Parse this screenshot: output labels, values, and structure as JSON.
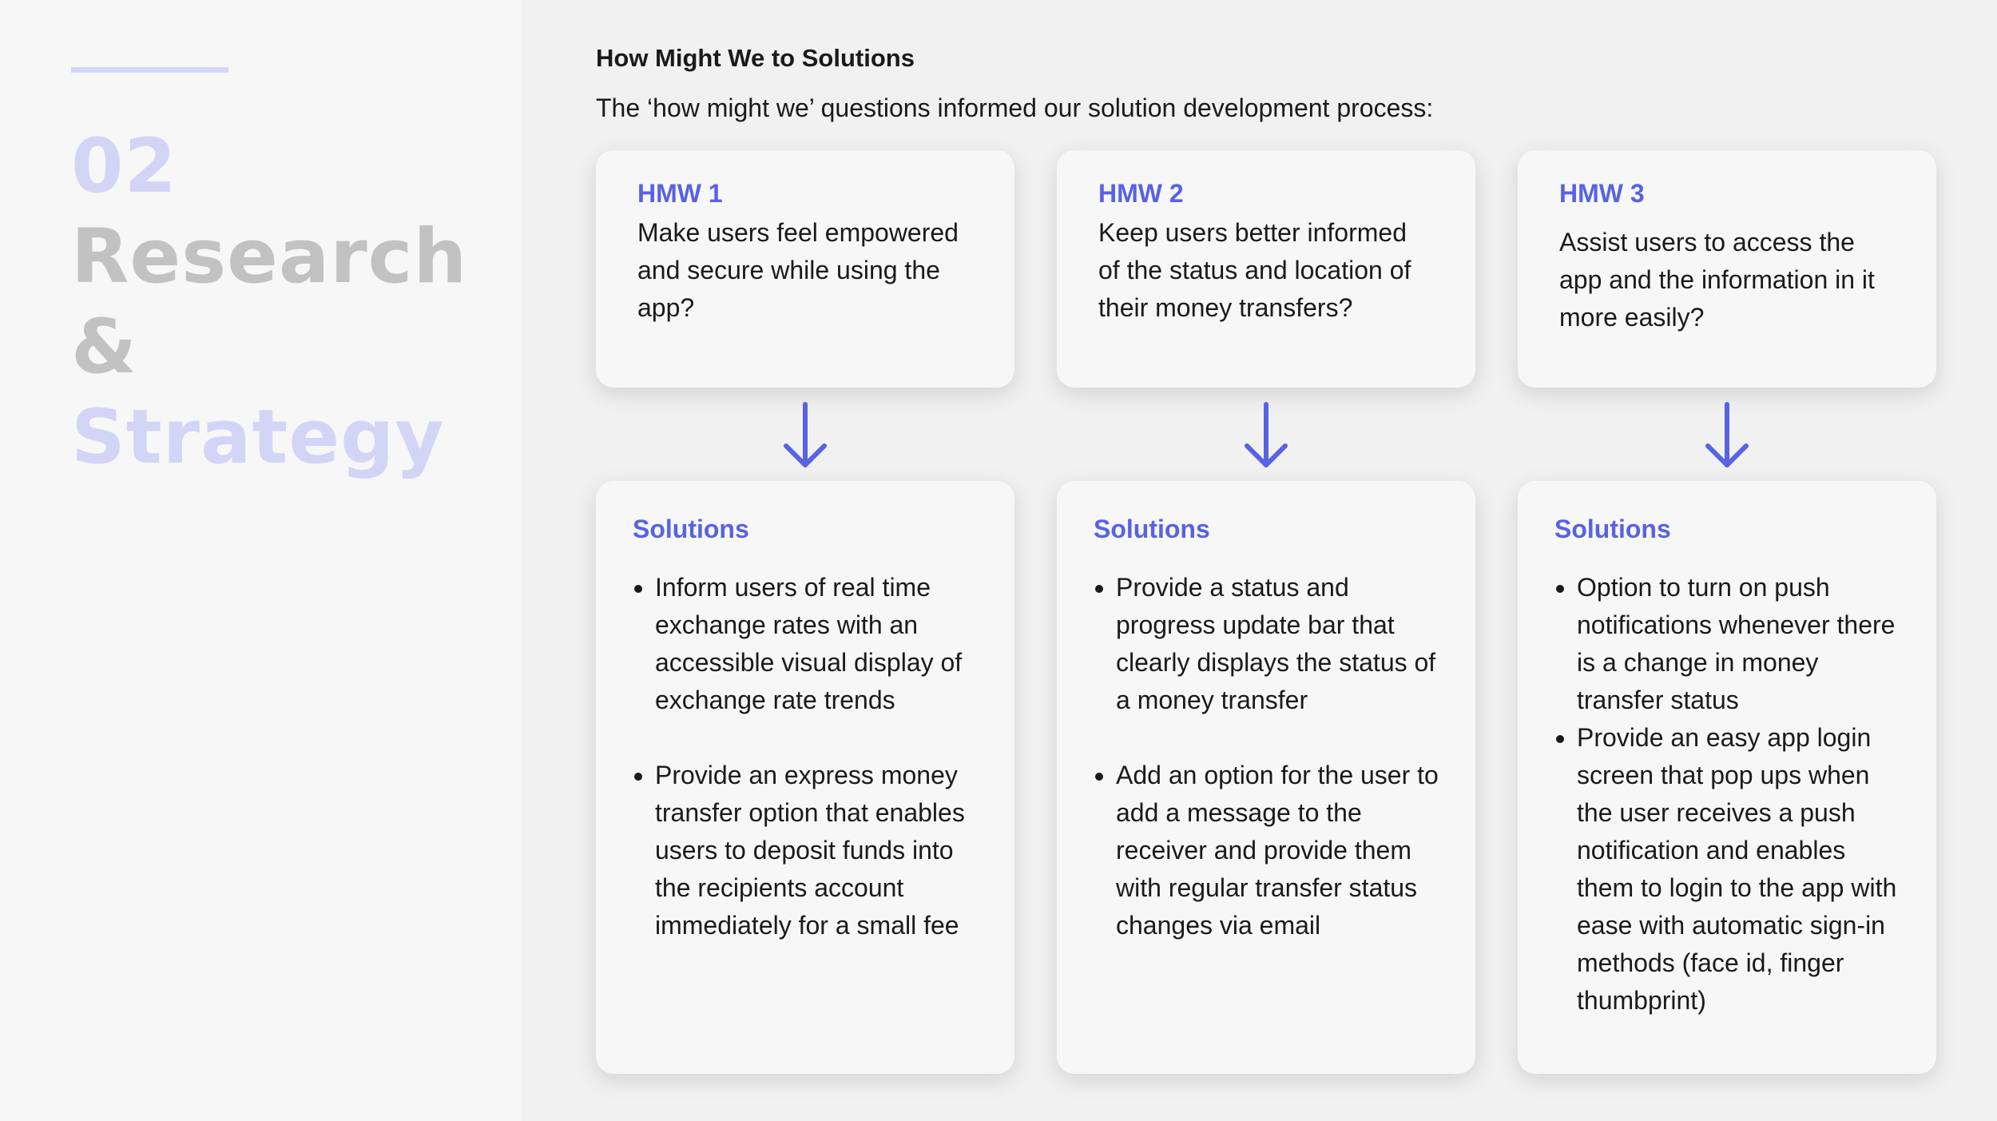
{
  "sidebar": {
    "number": "02",
    "title_line1": "Research",
    "title_line2": "&",
    "title_line3": "Strategy",
    "accent_color": "#d3d5f7",
    "title_gray": "#c2c2c2"
  },
  "main": {
    "heading": "How Might We to Solutions",
    "intro": "The ‘how might we’ questions informed our solution development process:",
    "accent_color": "#5763e3",
    "hmw": [
      {
        "label": "HMW 1",
        "text": "Make users feel empowered and secure while using the app?"
      },
      {
        "label": "HMW 2",
        "text": "Keep users better informed of the status and location of their money transfers?"
      },
      {
        "label": "HMW 3",
        "text": "Assist users to access the app and the information in it more easily?"
      }
    ],
    "arrow_icon": "arrow-down-icon",
    "solutions": [
      {
        "label": "Solutions",
        "items": [
          "Inform users of real time exchange rates with an accessible visual display of exchange rate trends",
          "Provide an express money transfer option that enables users to deposit funds into the recipients account immediately for a small fee"
        ]
      },
      {
        "label": "Solutions",
        "items": [
          "Provide a status and progress update bar that clearly displays the status of a money transfer",
          "Add an option for the user to add a message to the receiver and provide them with regular transfer status changes via email"
        ]
      },
      {
        "label": "Solutions",
        "items": [
          "Option to turn on push notifications whenever there is a change in money transfer status",
          "Provide an easy app login screen that pop ups when the user receives a push notification and enables them to login to the app with ease with automatic sign-in methods (face id, finger thumbprint)"
        ]
      }
    ]
  }
}
